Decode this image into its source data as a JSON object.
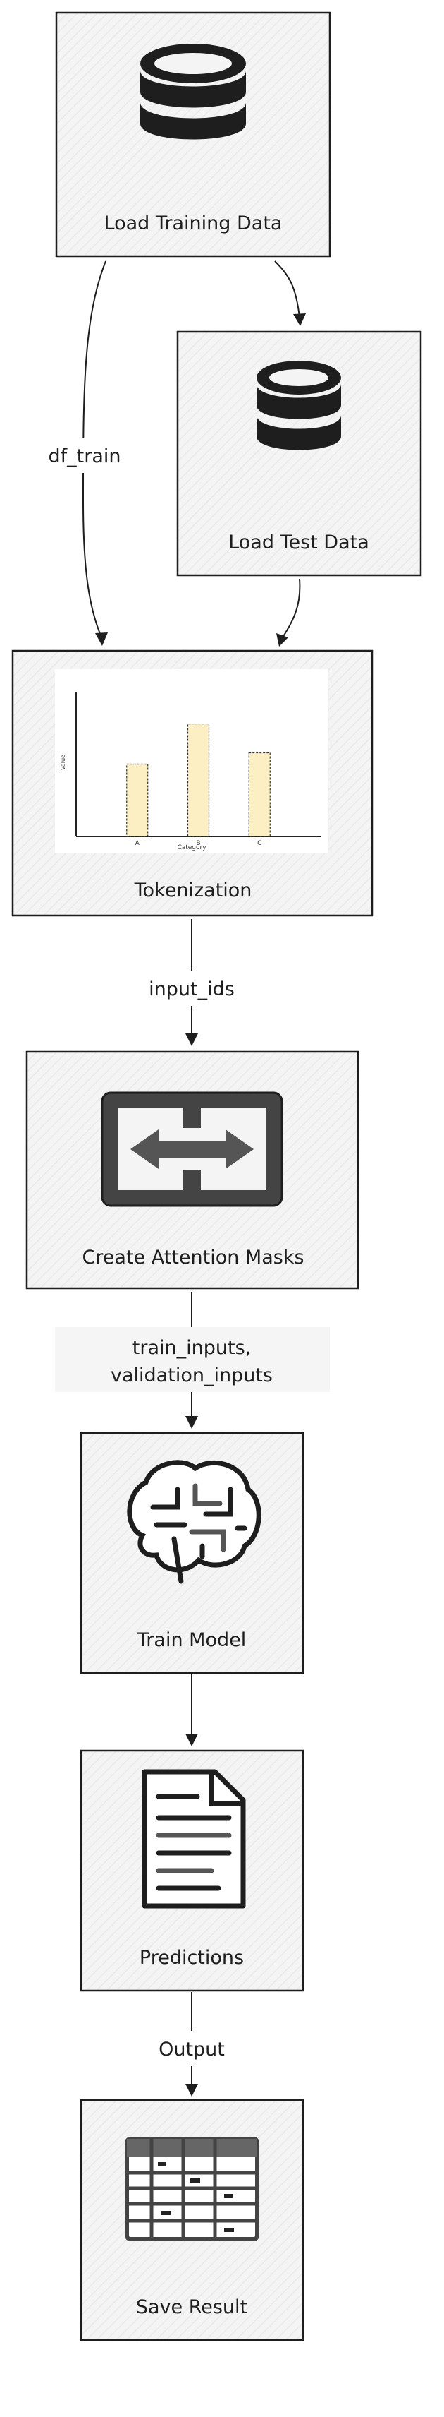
{
  "nodes": {
    "load_training": {
      "label": "Load Training Data",
      "icon": "database-icon"
    },
    "load_test": {
      "label": "Load Test Data",
      "icon": "database-icon"
    },
    "tokenization": {
      "label": "Tokenization",
      "icon": "bar-chart-thumbnail"
    },
    "attention_masks": {
      "label": "Create Attention Masks",
      "icon": "swap-arrows-icon"
    },
    "train_model": {
      "label": "Train Model",
      "icon": "brain-circuit-icon"
    },
    "predictions": {
      "label": "Predictions",
      "icon": "document-icon"
    },
    "save_result": {
      "label": "Save Result",
      "icon": "spreadsheet-icon"
    }
  },
  "edges": {
    "df_train": "df_train",
    "input_ids": "input_ids",
    "train_inputs_line1": "train_inputs,",
    "train_inputs_line2": "validation_inputs",
    "output": "Output"
  },
  "colors": {
    "stroke": "#1e1e1e",
    "node_fill": "#f3f3f3",
    "bar_fill": "#fcefc4",
    "edge_label_bg": "#f5f5f5"
  },
  "chart_data": {
    "type": "bar",
    "categories": [
      "A",
      "B",
      "C"
    ],
    "values": [
      45,
      70,
      52
    ],
    "xlabel": "Category",
    "ylabel": "Value",
    "ylim": [
      0,
      90
    ]
  }
}
